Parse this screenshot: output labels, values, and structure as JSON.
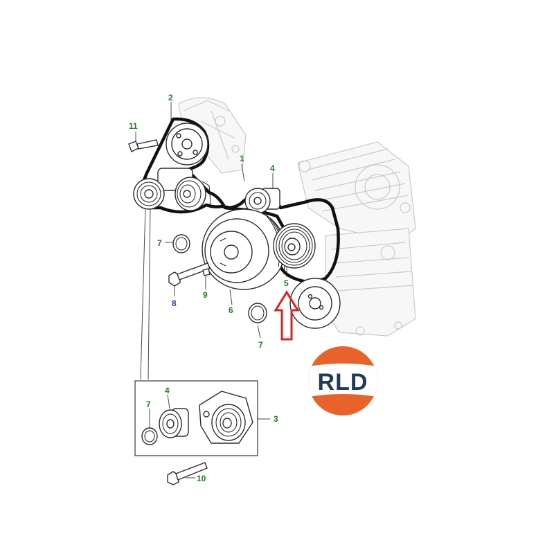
{
  "callouts": [
    {
      "id": "c1",
      "text": "1",
      "color": "#1e7b1e"
    },
    {
      "id": "c2",
      "text": "2",
      "color": "#1e7b1e"
    },
    {
      "id": "c3",
      "text": "3",
      "color": "#1e7b1e"
    },
    {
      "id": "c4a",
      "text": "4",
      "color": "#1e7b1e"
    },
    {
      "id": "c4b",
      "text": "4",
      "color": "#1e7b1e"
    },
    {
      "id": "c5",
      "text": "5",
      "color": "#1e7b1e"
    },
    {
      "id": "c6",
      "text": "6",
      "color": "#1e7b1e"
    },
    {
      "id": "c7a",
      "text": "7",
      "color": "#1e7b1e"
    },
    {
      "id": "c7b",
      "text": "7",
      "color": "#1e7b1e"
    },
    {
      "id": "c7c",
      "text": "7",
      "color": "#1e7b1e"
    },
    {
      "id": "c8",
      "text": "8",
      "color": "#1f3f9a"
    },
    {
      "id": "c9",
      "text": "9",
      "color": "#1e7b1e"
    },
    {
      "id": "c10",
      "text": "10",
      "color": "#1e7b1e"
    },
    {
      "id": "c11",
      "text": "11",
      "color": "#1e7b1e"
    }
  ],
  "logo": {
    "text": "RLD",
    "top_color": "#e8622c",
    "band_color": "#ffffff",
    "text_color": "#1f3b5c"
  },
  "highlight_arrow": {
    "color": "#e0201b",
    "icon": "up-arrow-icon"
  }
}
